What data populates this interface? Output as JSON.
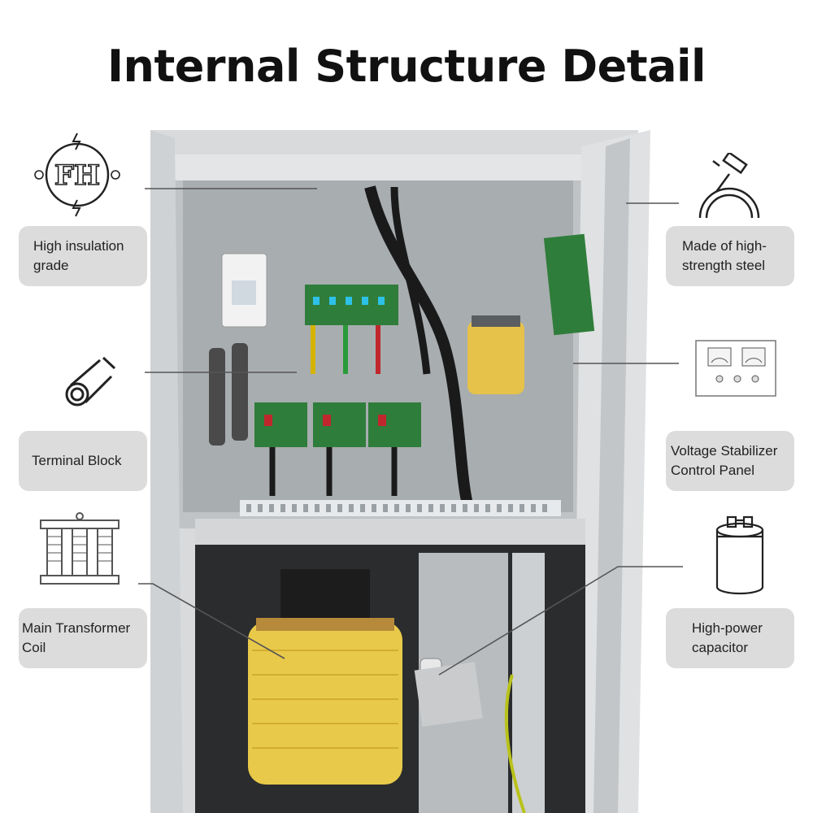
{
  "title": "Internal Structure Detail",
  "labels": {
    "insulation": "High insulation grade",
    "terminal": "Terminal Block",
    "transformer": "Main Transformer Coil",
    "steel": "Made of high-strength steel",
    "control": "Voltage Stabilizer Control Panel",
    "capacitor": "High-power capacitor"
  },
  "icons": {
    "insulation": "fh-logo-icon",
    "terminal": "cable-icon",
    "transformer": "transformer-coil-icon",
    "steel": "hammer-steel-icon",
    "control": "control-panel-icon",
    "capacitor": "capacitor-icon"
  },
  "colors": {
    "label_bg": "#dcdcdc",
    "coil_yellow": "#e9c94a",
    "cabinet_grey": "#c9ccce",
    "pcb_green": "#2f7d3a"
  }
}
